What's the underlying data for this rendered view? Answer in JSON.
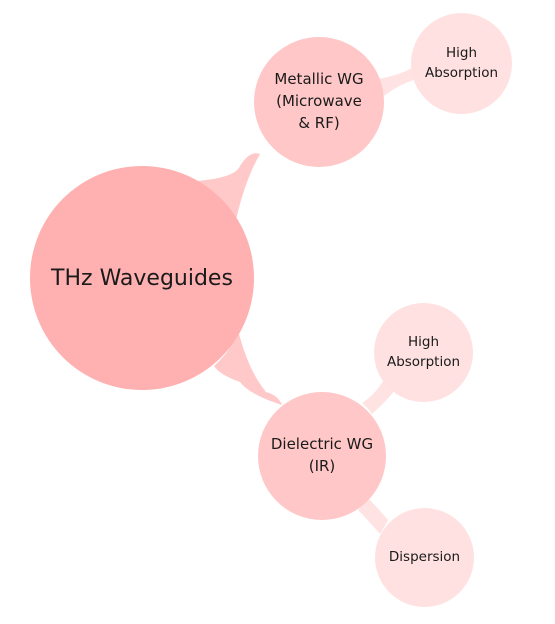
{
  "diagram": {
    "type": "mind-map",
    "colors": {
      "root": "#ffb0b0",
      "branch": "#ffc7c7",
      "leaf": "#ffe1e1",
      "link_inner": "#ffc9c9",
      "link_outer": "#ffe3e3"
    },
    "root": {
      "label": "THz Waveguides"
    },
    "branches": [
      {
        "label": "Metallic WG\n(Microwave\n& RF)",
        "children": [
          {
            "label": "High\nAbsorption"
          }
        ]
      },
      {
        "label": "Dielectric WG\n(IR)",
        "children": [
          {
            "label": "High\nAbsorption"
          },
          {
            "label": "Dispersion"
          }
        ]
      }
    ]
  }
}
